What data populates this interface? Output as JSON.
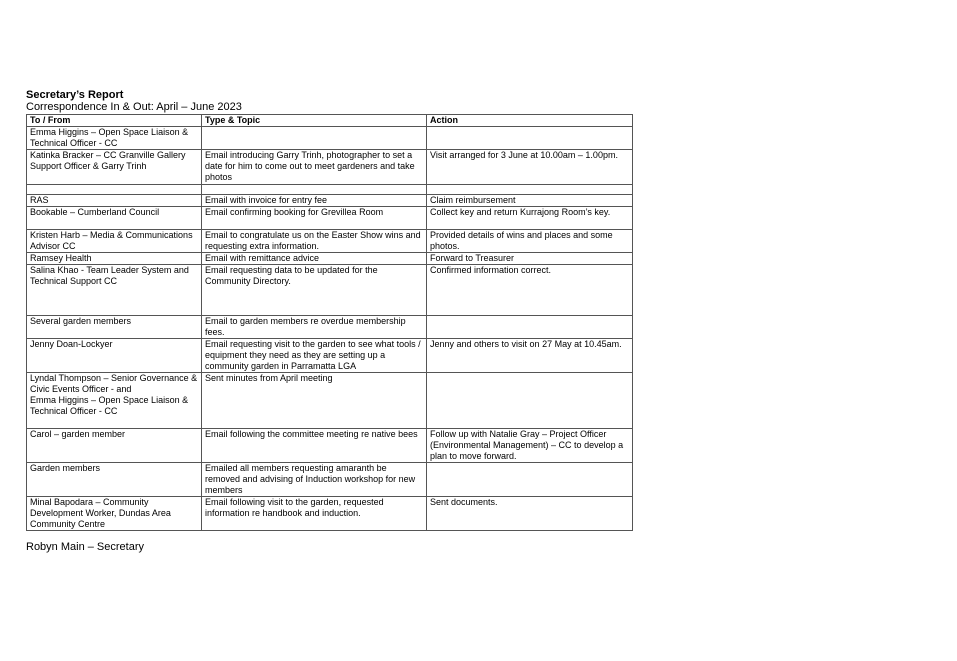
{
  "report": {
    "title": "Secretary’s Report",
    "subtitle": "Correspondence In & Out: April – June 2023"
  },
  "table": {
    "headers": [
      "To / From",
      "Type & Topic",
      "Action"
    ],
    "rows": [
      {
        "to_from": "Emma Higgins – Open Space Liaison & Technical Officer - CC",
        "type_topic": "",
        "action": ""
      },
      {
        "to_from": "Katinka Bracker – CC Granville Gallery Support Officer & Garry Trinh",
        "type_topic": "Email introducing Garry Trinh, photographer to set a date for him to come out to meet gardeners and take photos",
        "action": "Visit arranged for 3 June at 10.00am – 1.00pm."
      },
      {
        "to_from": "",
        "type_topic": "",
        "action": ""
      },
      {
        "to_from": "RAS",
        "type_topic": "Email with invoice for entry fee",
        "action": "Claim reimbursement"
      },
      {
        "to_from": "Bookable – Cumberland Council",
        "type_topic": "Email confirming booking for Grevillea Room",
        "action": "Collect key and return Kurrajong Room’s key."
      },
      {
        "to_from": "Kristen Harb – Media & Communications Advisor CC",
        "type_topic": "Email to congratulate us on the Easter Show wins and requesting extra information.",
        "action": "Provided details of wins and places and some photos."
      },
      {
        "to_from": "Ramsey Health",
        "type_topic": "Email with remittance advice",
        "action": "Forward to Treasurer"
      },
      {
        "to_from": "Salina Khao - Team Leader System and Technical Support CC",
        "type_topic": "Email requesting data to be updated for the Community Directory.",
        "action": "Confirmed information correct."
      },
      {
        "to_from": "Several garden members",
        "type_topic": "Email to garden members re overdue membership fees.",
        "action": ""
      },
      {
        "to_from": "Jenny Doan-Lockyer",
        "type_topic": "Email requesting visit to the garden to see what tools / equipment they need as they are setting up a community garden in Parramatta LGA",
        "action": "Jenny and others to visit on 27 May at 10.45am."
      },
      {
        "to_from": "Lyndal Thompson – Senior Governance & Civic Events Officer - and\nEmma Higgins – Open Space Liaison & Technical Officer - CC",
        "type_topic": "Sent minutes from April meeting",
        "action": ""
      },
      {
        "to_from": "Carol – garden member",
        "type_topic": "Email following the committee meeting re native bees",
        "action": "Follow up with Natalie Gray – Project Officer (Environmental Management) – CC to develop a plan to move forward."
      },
      {
        "to_from": "Garden members",
        "type_topic": "Emailed all members requesting amaranth be removed and advising of Induction workshop for new members",
        "action": ""
      },
      {
        "to_from": "Minal Bapodara – Community Development Worker, Dundas Area Community Centre",
        "type_topic": "Email following visit to the garden, requested information re handbook and induction.",
        "action": "Sent documents."
      }
    ]
  },
  "signature": "Robyn Main – Secretary"
}
